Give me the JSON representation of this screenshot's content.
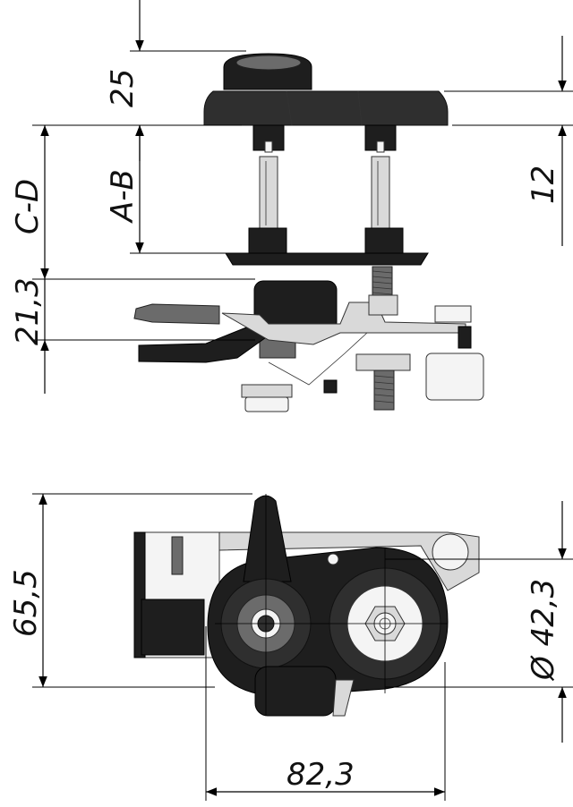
{
  "dimensions": {
    "top_height": "25",
    "a_b": "A-B",
    "c_d": "C-D",
    "height_12": "12",
    "height_21_3": "21,3",
    "height_65_5": "65,5",
    "diameter": "Ø 42,3",
    "width_82_3": "82,3"
  },
  "colors": {
    "dark_body": "#2f2f2f",
    "line": "#000000",
    "background": "#ffffff"
  }
}
